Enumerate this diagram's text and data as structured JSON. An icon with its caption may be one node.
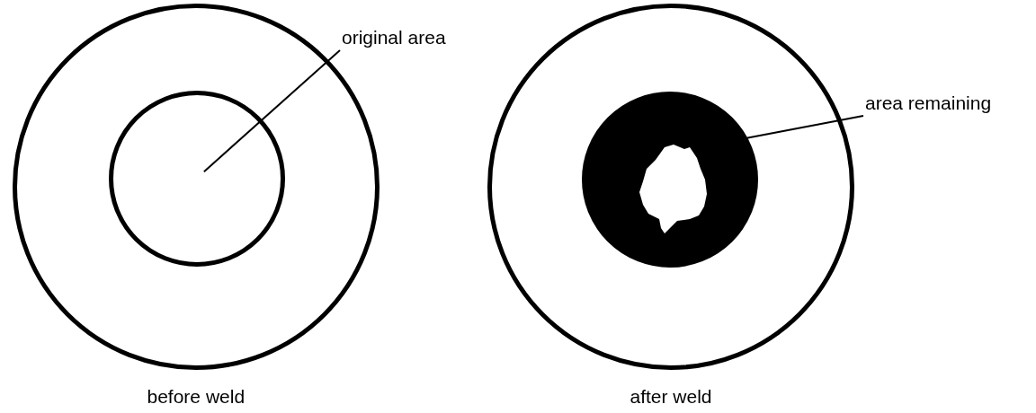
{
  "diagram": {
    "nodes": [
      {
        "text": [],
        "shape": "circle",
        "beside": [
          "before weld"
        ]
      },
      {
        "text": [],
        "shape": "circle",
        "in": 0
      },
      {
        "text": [
          "original area"
        ]
      },
      {
        "text": [],
        "shape": "circle",
        "beside": [
          "after weld"
        ]
      },
      {
        "text": [],
        "shape": "circle",
        "in": 3
      },
      {
        "text": [],
        "shape": "blob",
        "in": 4
      },
      {
        "text": [
          "area remaining"
        ]
      }
    ],
    "edges": [
      {
        "from": 2,
        "to": 1,
        "arrow": "none"
      },
      {
        "from": 6,
        "to": 5,
        "arrow": "none"
      }
    ]
  }
}
